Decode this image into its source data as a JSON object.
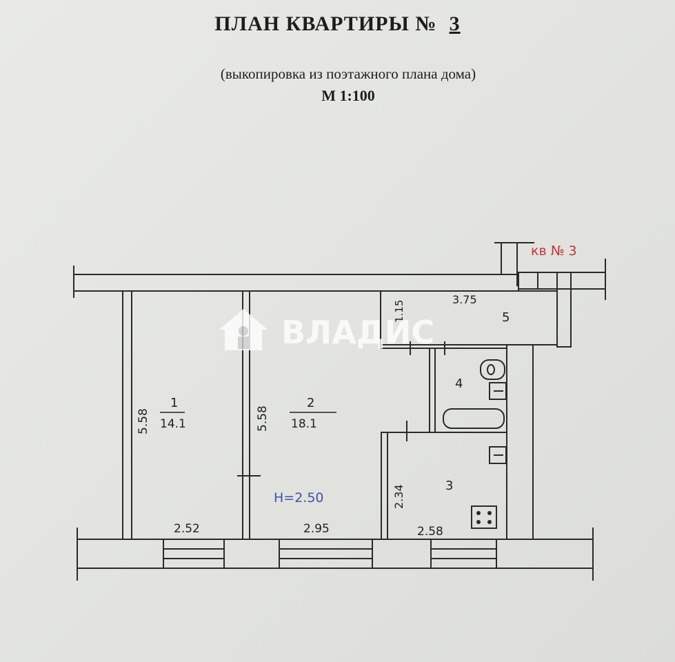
{
  "title": "ПЛАН КВАРТИРЫ №",
  "apartment_number": "3",
  "subtitle": "(выкопировка из поэтажного плана дома)",
  "scale": "М 1:100",
  "apartment_label": "кв № 3",
  "watermark": "ВЛАДИС",
  "ceiling_height": "H=2.50",
  "rooms": {
    "r1": {
      "number": "1",
      "area": "14.1",
      "length": "5.58",
      "width": "2.52"
    },
    "r2": {
      "number": "2",
      "area": "18.1",
      "length": "5.58",
      "width": "2.95"
    },
    "r3": {
      "number": "3",
      "length": "2.34",
      "width": "2.58"
    },
    "r4": {
      "number": "4"
    },
    "r5": {
      "number": "5",
      "length": "3.75",
      "width": "1.15"
    }
  },
  "colors": {
    "annotation_red": "#c2343c",
    "annotation_blue": "#3a55a8"
  }
}
